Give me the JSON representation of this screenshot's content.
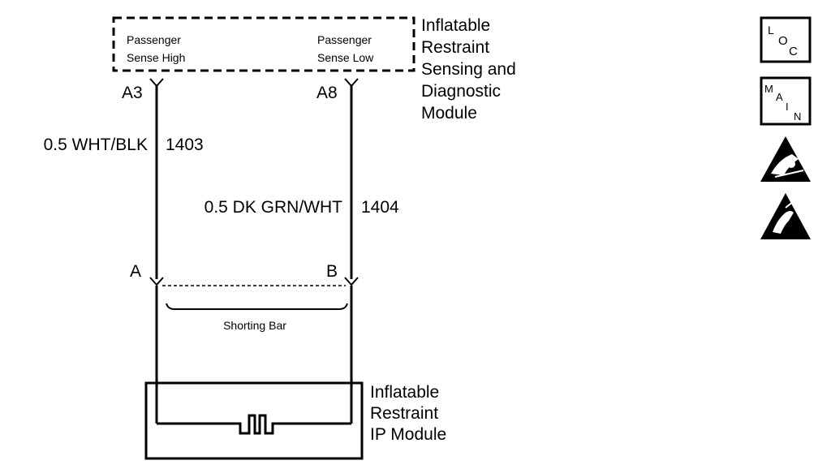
{
  "module_top": {
    "name_lines": [
      "Inflatable",
      "Restraint",
      "Sensing and",
      "Diagnostic",
      "Module"
    ],
    "left_terminal_label_lines": [
      "Passenger",
      "Sense High"
    ],
    "right_terminal_label_lines": [
      "Passenger",
      "Sense Low"
    ]
  },
  "pins_top": {
    "left": "A3",
    "right": "A8"
  },
  "wires": {
    "left": {
      "gauge_color": "0.5 WHT/BLK",
      "circuit": "1403"
    },
    "right": {
      "gauge_color": "0.5 DK GRN/WHT",
      "circuit": "1404"
    }
  },
  "connector_bottom": {
    "left_pin": "A",
    "right_pin": "B",
    "shorting_bar_label": "Shorting Bar"
  },
  "module_bottom": {
    "name_lines": [
      "Inflatable",
      "Restraint",
      "IP Module"
    ]
  },
  "icons": {
    "loc": {
      "letters": [
        "L",
        "O",
        "C"
      ],
      "name": "loc-icon"
    },
    "main": {
      "letters": [
        "M",
        "A",
        "I",
        "N"
      ],
      "name": "main-icon"
    },
    "airbag_warning": {
      "name": "airbag-warning-icon"
    },
    "esd_warning": {
      "name": "esd-warning-icon"
    }
  }
}
